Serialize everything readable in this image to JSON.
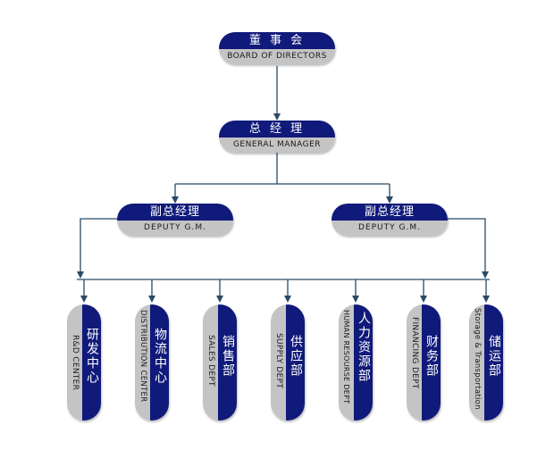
{
  "chart_data": {
    "type": "diagram",
    "nodes": [
      {
        "id": "board",
        "cn": "董 事 会",
        "en": "BOARD OF DIRECTORS"
      },
      {
        "id": "gm",
        "cn": "总 经 理",
        "en": "GENERAL MANAGER"
      },
      {
        "id": "dgm_left",
        "cn": "副总经理",
        "en": "DEPUTY G.M."
      },
      {
        "id": "dgm_right",
        "cn": "副总经理",
        "en": "DEPUTY G.M."
      },
      {
        "id": "rd",
        "cn": "研发中心",
        "en": "R&D CENTER"
      },
      {
        "id": "dist",
        "cn": "物流中心",
        "en": "DISTRIBUTION CENTER"
      },
      {
        "id": "sales",
        "cn": "销售部",
        "en": "SALES DEPT"
      },
      {
        "id": "supply",
        "cn": "供应部",
        "en": "SUPPLY DEPT"
      },
      {
        "id": "hr",
        "cn": "人力资源部",
        "en": "HUMAN RESOURSE DEPT"
      },
      {
        "id": "fin",
        "cn": "财务部",
        "en": "FINANCING DEPT"
      },
      {
        "id": "storage",
        "cn": "储运部",
        "en": "Storage & Transportation"
      }
    ],
    "edges": [
      [
        "board",
        "gm"
      ],
      [
        "gm",
        "dgm_left"
      ],
      [
        "gm",
        "dgm_right"
      ],
      [
        "dgm_left",
        "rd"
      ],
      [
        "dgm_left",
        "dist"
      ],
      [
        "dgm_left",
        "sales"
      ],
      [
        "dgm_left",
        "supply"
      ],
      [
        "dgm_right",
        "hr"
      ],
      [
        "dgm_right",
        "fin"
      ],
      [
        "dgm_right",
        "storage"
      ]
    ]
  },
  "colors": {
    "primary": "#101a7a",
    "secondary": "#c4c4c4",
    "line": "#2a4a66"
  }
}
